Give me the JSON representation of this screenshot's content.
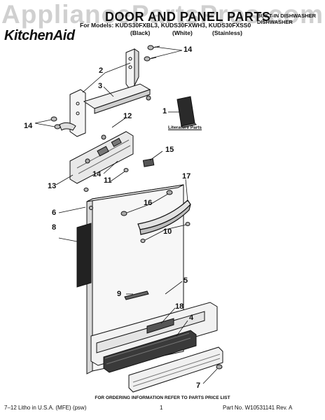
{
  "watermark": "AppliancePartsPros.com",
  "header": {
    "brand_logo": "KitchenAid",
    "title": "DOOR AND PANEL PARTS",
    "models_line": "For Models: KUDS30FXBL3, KUDS30FXWH3, KUDS30FXSS0",
    "variants": [
      "(Black)",
      "(White)",
      "(Stainless)"
    ],
    "appliance_line1": "Built-In Dishwasher",
    "appliance_line2": "Dishwasher"
  },
  "part_numbers": [
    "14",
    "2",
    "3",
    "12",
    "1",
    "14",
    "13",
    "14",
    "11",
    "15",
    "17",
    "6",
    "16",
    "8",
    "10",
    "5",
    "9",
    "18",
    "4",
    "7"
  ],
  "literature_label": "Literature Parts",
  "footer": {
    "note": "FOR ORDERING INFORMATION REFER TO PARTS PRICE LIST",
    "litho": "7–12 Litho in U.S.A. (MFE) (psw)",
    "page": "1",
    "part_no": "Part No. W10531141 Rev. A"
  }
}
